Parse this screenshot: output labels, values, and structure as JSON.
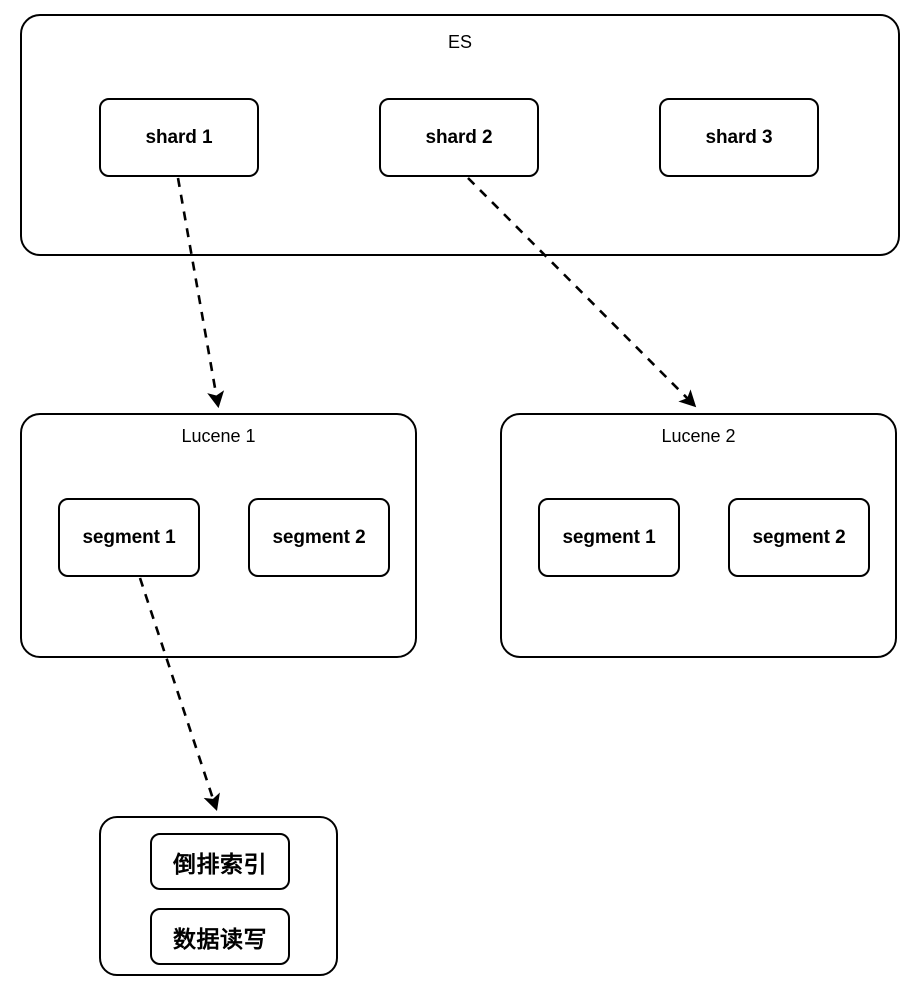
{
  "diagram": {
    "title": "ES / Lucene / segment architecture",
    "background_color": "#ffffff",
    "stroke_color": "#000000",
    "containers": [
      {
        "id": "es",
        "label": "ES"
      },
      {
        "id": "lucene1",
        "label": "Lucene 1"
      },
      {
        "id": "lucene2",
        "label": "Lucene 2"
      },
      {
        "id": "storage",
        "label": ""
      }
    ],
    "nodes": {
      "shard1": "shard 1",
      "shard2": "shard 2",
      "shard3": "shard 3",
      "l1_segment1": "segment 1",
      "l1_segment2": "segment 2",
      "l2_segment1": "segment 1",
      "l2_segment2": "segment 2",
      "inverted_index": "倒排索引",
      "data_read_write": "数据读写"
    },
    "edges": [
      {
        "id": "shard1-to-lucene1",
        "from": "shard 1",
        "to": "Lucene 1",
        "style": "dashed",
        "arrow": true
      },
      {
        "id": "shard2-to-lucene2",
        "from": "shard 2",
        "to": "Lucene 2",
        "style": "dashed",
        "arrow": true
      },
      {
        "id": "segment1-to-storage",
        "from": "segment 1",
        "to": "倒排索引 / 数据读写",
        "style": "dashed",
        "arrow": true
      }
    ]
  }
}
